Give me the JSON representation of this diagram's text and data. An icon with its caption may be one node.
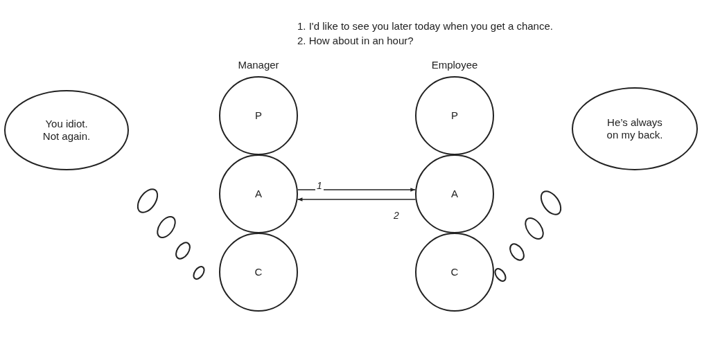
{
  "diagram": {
    "nodes": [
      {
        "text": [
          "You idiot. Not again."
        ]
      },
      {
        "text": [
          "P"
        ]
      },
      {
        "text": [
          "A"
        ]
      },
      {
        "text": [
          "C"
        ]
      },
      {
        "text": [
          "P"
        ]
      },
      {
        "text": [
          "A"
        ]
      },
      {
        "text": [
          "C"
        ]
      },
      {
        "text": [
          "He’s always on my back."
        ]
      }
    ],
    "edges": [
      {
        "from": 2,
        "to": 5,
        "arrow": "to",
        "label": "1"
      },
      {
        "from": 5,
        "to": 2,
        "arrow": "to",
        "label": "2"
      }
    ],
    "labels": [
      "1. I'd like to see you later today when you get a chance.",
      "2. How about in an hour?",
      "Manager",
      "Employee"
    ]
  }
}
